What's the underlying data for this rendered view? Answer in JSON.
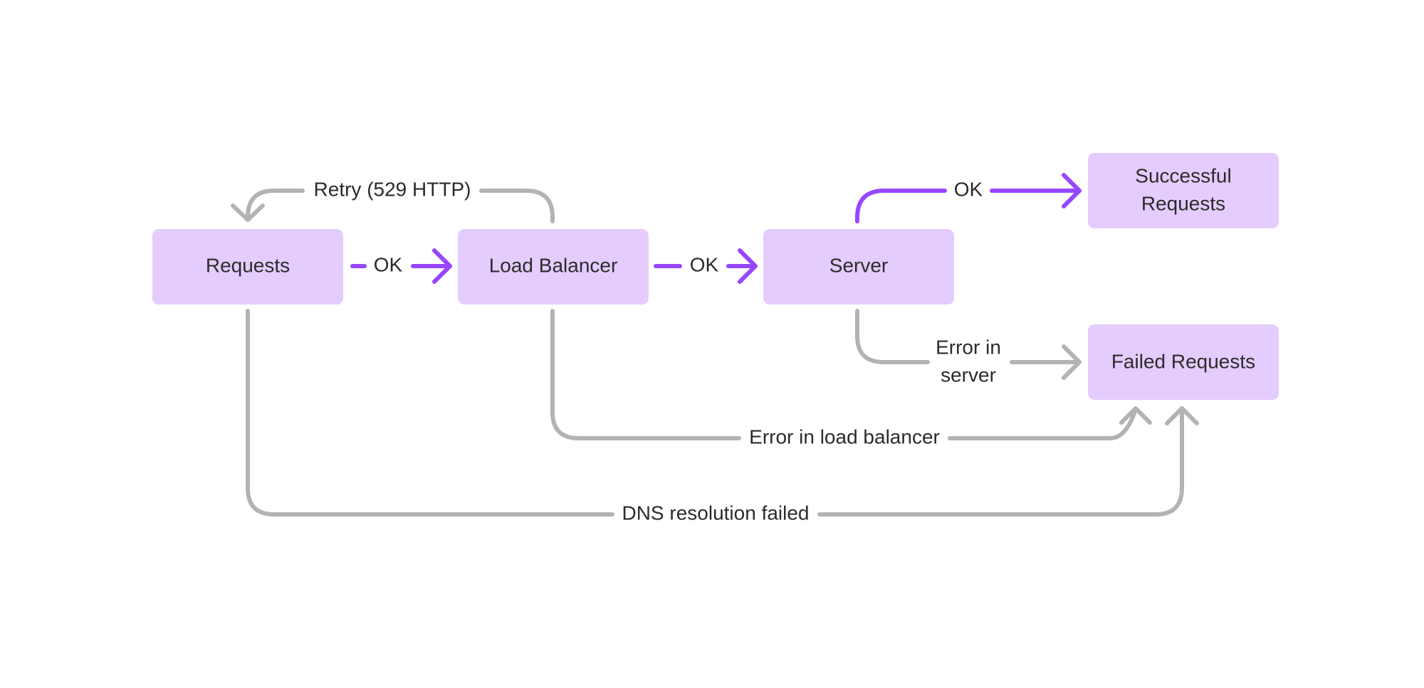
{
  "diagram": {
    "nodes": {
      "requests": {
        "label": "Requests"
      },
      "load_balancer": {
        "label": "Load Balancer"
      },
      "server": {
        "label": "Server"
      },
      "successful": {
        "label_line1": "Successful",
        "label_line2": "Requests"
      },
      "failed": {
        "label": "Failed Requests"
      }
    },
    "edges": {
      "requests_to_lb": {
        "label": "OK",
        "kind": "success"
      },
      "lb_to_server": {
        "label": "OK",
        "kind": "success"
      },
      "server_to_successful": {
        "label": "OK",
        "kind": "success"
      },
      "lb_retry_to_requests": {
        "label": "Retry (529 HTTP)",
        "kind": "failure"
      },
      "server_to_failed": {
        "label_line1": "Error in",
        "label_line2": "server",
        "kind": "failure"
      },
      "lb_to_failed": {
        "label": "Error in load balancer",
        "kind": "failure"
      },
      "requests_to_failed": {
        "label": "DNS resolution failed",
        "kind": "failure"
      }
    },
    "colors": {
      "node_fill": "#e5ccff",
      "success_edge": "#9747ff",
      "failure_edge": "#b3b3b3",
      "text": "#2b2b2b",
      "background": "#ffffff"
    }
  }
}
